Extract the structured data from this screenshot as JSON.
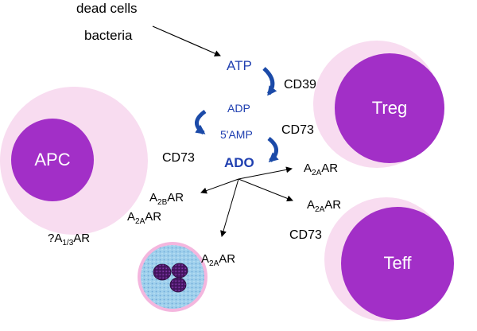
{
  "sources": {
    "dead_cells": "dead cells",
    "bacteria": "bacteria"
  },
  "pathway": {
    "atp": "ATP",
    "adp": "ADP",
    "amp": "5'AMP",
    "ado": "ADO",
    "enzyme_cd39": "CD39",
    "enzyme_cd73_top": "CD73"
  },
  "cells": {
    "apc": "APC",
    "treg": "Treg",
    "teff": "Teff"
  },
  "labels": {
    "cd73_apc": "CD73",
    "cd73_teff": "CD73",
    "a2a_treg": {
      "base": "A",
      "sub": "2A",
      "suffix": "AR"
    },
    "a2b_apc": {
      "base": "A",
      "sub": "2B",
      "suffix": "AR"
    },
    "a2a_apc": {
      "base": "A",
      "sub": "2A",
      "suffix": "AR"
    },
    "a13_apc": {
      "prefix": "?",
      "base": "A",
      "sub": "1/3",
      "suffix": "AR"
    },
    "a2a_teff": {
      "base": "A",
      "sub": "2A",
      "suffix": "AR"
    },
    "a2a_neutrophil": {
      "base": "A",
      "sub": "2A",
      "suffix": "AR"
    }
  },
  "colors": {
    "cell_dark": "#a22fc7",
    "cell_light": "#f8dcf0",
    "pathway_blue": "#1f3fb0",
    "curve_arrow": "#1b4aa8",
    "neutrophil_fill": "#9fd0ec",
    "neutrophil_ring": "#f4b6de",
    "granule": "#3a1450"
  }
}
